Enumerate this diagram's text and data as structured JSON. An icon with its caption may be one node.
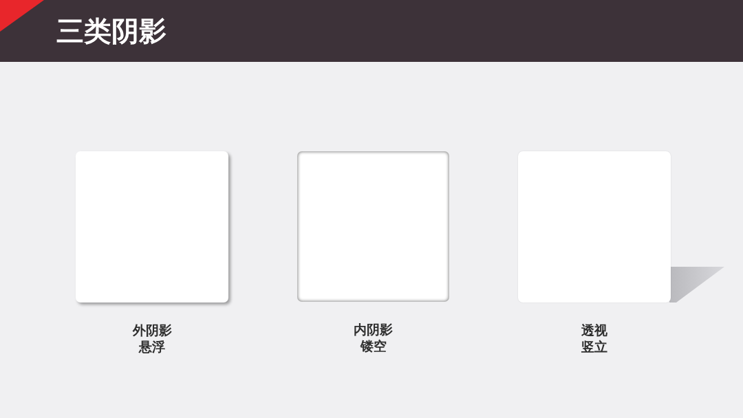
{
  "diagram": {
    "title": "三类阴影",
    "nodes": [
      {
        "text": [],
        "shape": "box",
        "beside": [
          "外阴影",
          "悬浮"
        ]
      },
      {
        "text": [],
        "shape": "box",
        "beside": [
          "内阴影",
          "镂空"
        ]
      },
      {
        "text": [],
        "shape": "box",
        "beside": [
          "透视",
          "竖立"
        ]
      }
    ]
  }
}
